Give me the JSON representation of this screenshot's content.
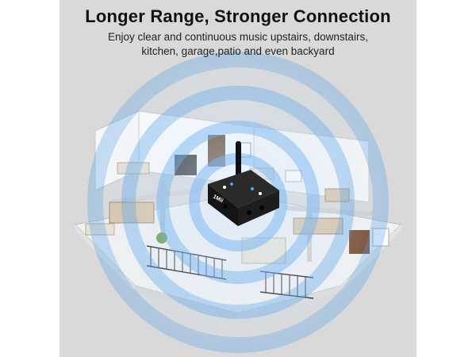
{
  "headline": "Longer Range, Stronger Connection",
  "subheadline_line1": "Enjoy clear and continuous music upstairs, downstairs,",
  "subheadline_line2": "kitchen, garage,patio and even backyard",
  "device": {
    "brand_mark": "1Mii",
    "icon": "bluetooth-transmitter-icon"
  },
  "colors": {
    "background_panel": "#d9d9d9",
    "signal_wave": "#4a9be8",
    "device_body": "#1a1a1a"
  }
}
